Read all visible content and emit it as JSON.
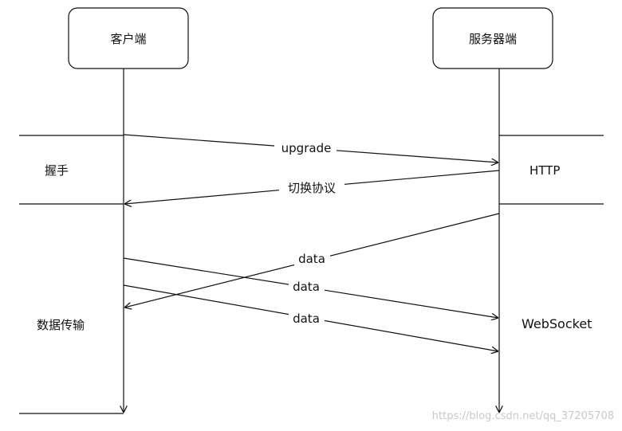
{
  "participants": {
    "client": "客户端",
    "server": "服务器端"
  },
  "phases": {
    "handshake": {
      "left": "握手",
      "right": "HTTP"
    },
    "transfer": {
      "left": "数据传输",
      "right": "WebSocket"
    }
  },
  "messages": {
    "upgrade": "upgrade",
    "switch_protocol": "切换协议",
    "data_1": "data",
    "data_2": "data",
    "data_3": "data"
  },
  "watermark": "https://blog.csdn.net/qq_37205708"
}
